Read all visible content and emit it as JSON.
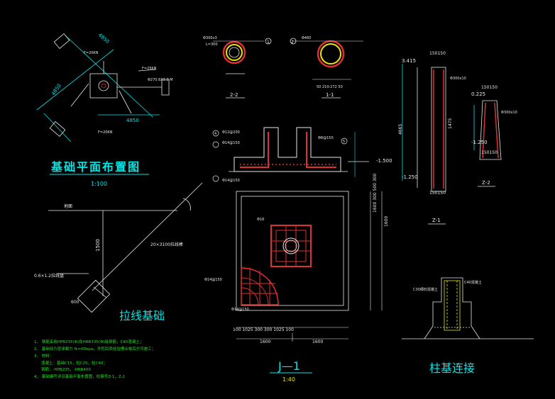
{
  "plan": {
    "title": "基础平面布置图",
    "scale": "1:100",
    "dim_4850": "4850",
    "dim_4850_left": "4850",
    "dim_4850_bottom": "4850",
    "load_left": "F=20KN",
    "load_right": "F=25KN",
    "load_bottom": "F=20KN",
    "bar_spec": "Φ270.6X1.2 M"
  },
  "sections": {
    "s22_spec": "Φ300x3",
    "s22_len": "L=300",
    "s22_label": "2-2",
    "s11_spec": "Φ460",
    "s11_dims": "50  210-272  50",
    "s11_label": "1-1",
    "callout_1": "1",
    "callout_2": "2"
  },
  "footing": {
    "top_bar": "Φ12@200",
    "bar_left": "Φ14@150",
    "bar_right": "Φ8@150",
    "bar_bottom": "Φ14@150",
    "elevation": "-1.500",
    "callout_4": "4",
    "callout_5": "5"
  },
  "j1": {
    "title": "J—1",
    "scale": "1:40",
    "top_bar": "Φ16",
    "bar_left": "Φ14@150",
    "bar_bottom": "Φ14@150",
    "dims_row1": "100  1025  300 300  1025  100",
    "dims_total_a": "1600",
    "dims_total_b": "1600",
    "vdims": "1600  300 500 300",
    "vdims2": "1600"
  },
  "guy": {
    "title": "拉线基础",
    "ground": "地面",
    "wire_spec": "20×3100拉线棒",
    "depth": "1500",
    "anchor_spec": "0.6×1.2拉线盘",
    "plate": "600"
  },
  "pole": {
    "top_elev": "3.415",
    "top_dim": "150150",
    "bar": "Φ300x10",
    "base_elev": "-1.250",
    "base_dim": "150150",
    "height": "4665",
    "mid_dim": "1475",
    "z1": "Z-1",
    "z2_top": "150150",
    "z2_elev": "0.225",
    "z2_bar": "Φ300x10",
    "z2_base": "-1.250",
    "z2_bdim": "150150",
    "z2": "Z-2"
  },
  "connection": {
    "title": "柱基连接",
    "bar_left": "C30细石混凝土",
    "bar_right": "C40混凝土"
  },
  "notes": [
    "1、 钢筋采用HPB235(Φ)及HRB335(Φ)级钢筋，C40混凝土；",
    "2、 基础持力层承载力 fk=60kpa，开挖后须经验槽合格后方可施工；",
    "3、 材料：",
    "   混凝土：基础C15，柱C25，柱C40；",
    "   钢筋：-HPB235，-HRB400",
    "4、 基础编号详见基础平面布置图，柱编号Z-1，Z-2"
  ]
}
